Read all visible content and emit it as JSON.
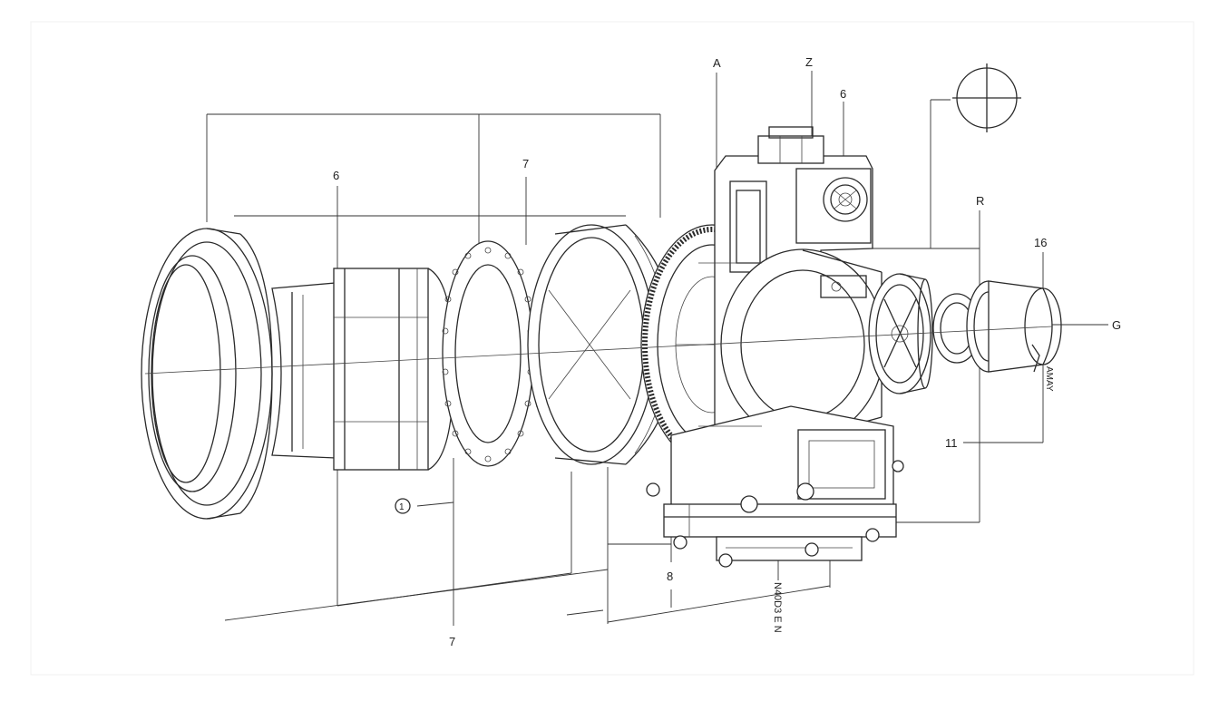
{
  "labels": {
    "a": "A",
    "z": "Z",
    "six_top": "6",
    "six_left": "6",
    "seven_top": "7",
    "seven_bottom": "7",
    "r": "R",
    "sixteen": "16",
    "g": "G",
    "eleven": "11",
    "one_circled": "1",
    "eight": "8",
    "vertical_code": "N40D3 E N",
    "side_code": "AMAY"
  },
  "colors": {
    "line": "#2a2a2a",
    "background": "#ffffff",
    "frame": "#f0f0f0"
  }
}
